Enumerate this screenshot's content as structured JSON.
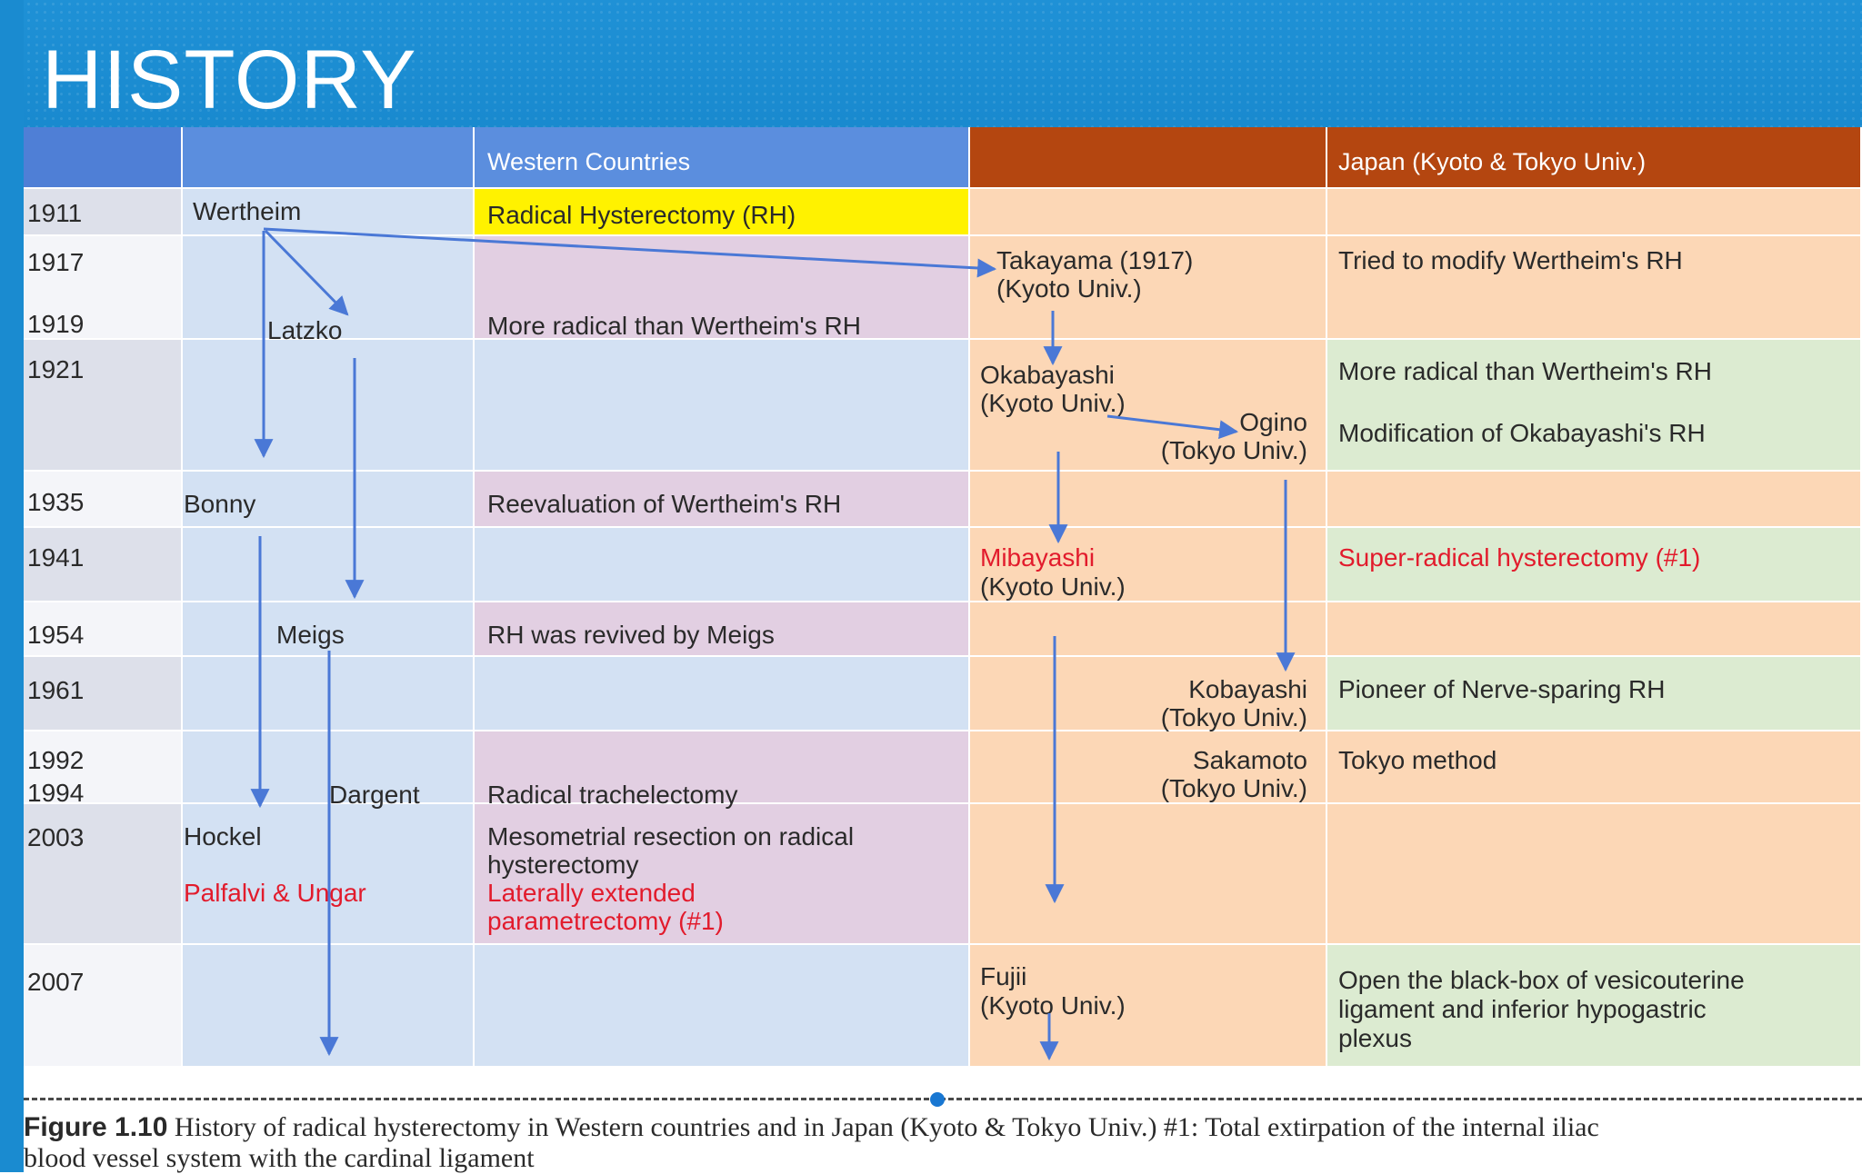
{
  "slide": {
    "title": "HISTORY"
  },
  "headers": {
    "year": "",
    "western_name": "",
    "western_event": "Western Countries",
    "japan_name": "",
    "japan_event": "Japan (Kyoto & Tokyo Univ.)"
  },
  "years": [
    "1911",
    "1917",
    "1919",
    "1921",
    "1935",
    "1941",
    "1954",
    "1961",
    "1992",
    "1994",
    "2003",
    "2007"
  ],
  "western_people": {
    "wertheim": "Wertheim",
    "latzko": "Latzko",
    "bonny": "Bonny",
    "meigs": "Meigs",
    "dargent": "Dargent",
    "hockel": "Hockel",
    "palfalvi": "Palfalvi & Ungar"
  },
  "western_events": {
    "e1911": "Radical Hysterectomy (RH)",
    "e1919": "More radical than Wertheim's RH",
    "e1935": "Reevaluation of Wertheim's RH",
    "e1954": "RH was revived by Meigs",
    "e1994": "Radical trachelectomy",
    "e2003a1": "Mesometrial resection on radical",
    "e2003a2": "hysterectomy",
    "e2003b1": "Laterally extended",
    "e2003b2": "parametrectomy (#1)"
  },
  "japan_people": {
    "takayama1": "Takayama (1917)",
    "takayama2": "(Kyoto Univ.)",
    "okabayashi1": "Okabayashi",
    "okabayashi2": "(Kyoto Univ.)",
    "ogino1": "Ogino",
    "ogino2": "(Tokyo Univ.)",
    "mibayashi1": "Mibayashi",
    "mibayashi2": "(Kyoto Univ.)",
    "kobayashi1": "Kobayashi",
    "kobayashi2": "(Tokyo Univ.)",
    "sakamoto1": "Sakamoto",
    "sakamoto2": "(Tokyo Univ.)",
    "fujii1": "Fujii",
    "fujii2": "(Kyoto Univ.)"
  },
  "japan_events": {
    "j1917": "Tried to modify Wertheim's RH",
    "j1921a": "More radical than Wertheim's RH",
    "j1921b": "Modification of Okabayashi's RH",
    "j1941": "Super-radical hysterectomy (#1)",
    "j1961": "Pioneer of Nerve-sparing RH",
    "j1992": "Tokyo method",
    "j2007a": "Open the black-box of vesicouterine",
    "j2007b": "ligament and inferior hypogastric",
    "j2007c": "plexus"
  },
  "caption": {
    "label": "Figure 1.10",
    "text1": "History of radical hysterectomy in Western countries and in Japan (Kyoto & Tokyo Univ.) #1: Total extirpation of the internal iliac",
    "text2": "blood vessel system with the cardinal ligament"
  },
  "colors": {
    "header_blue": "#1f91d6",
    "western_header": "#5b8ede",
    "japan_header": "#b44610",
    "highlight_yellow": "#fff200",
    "western_pink": "#e2cfe2",
    "western_blue": "#d3e1f3",
    "japan_peach": "#fcd7b6",
    "japan_green": "#dcebd1",
    "year_gray": "#dde0ea",
    "arrow_blue": "#4a78d6",
    "emphasis_red": "#e21b2c"
  }
}
